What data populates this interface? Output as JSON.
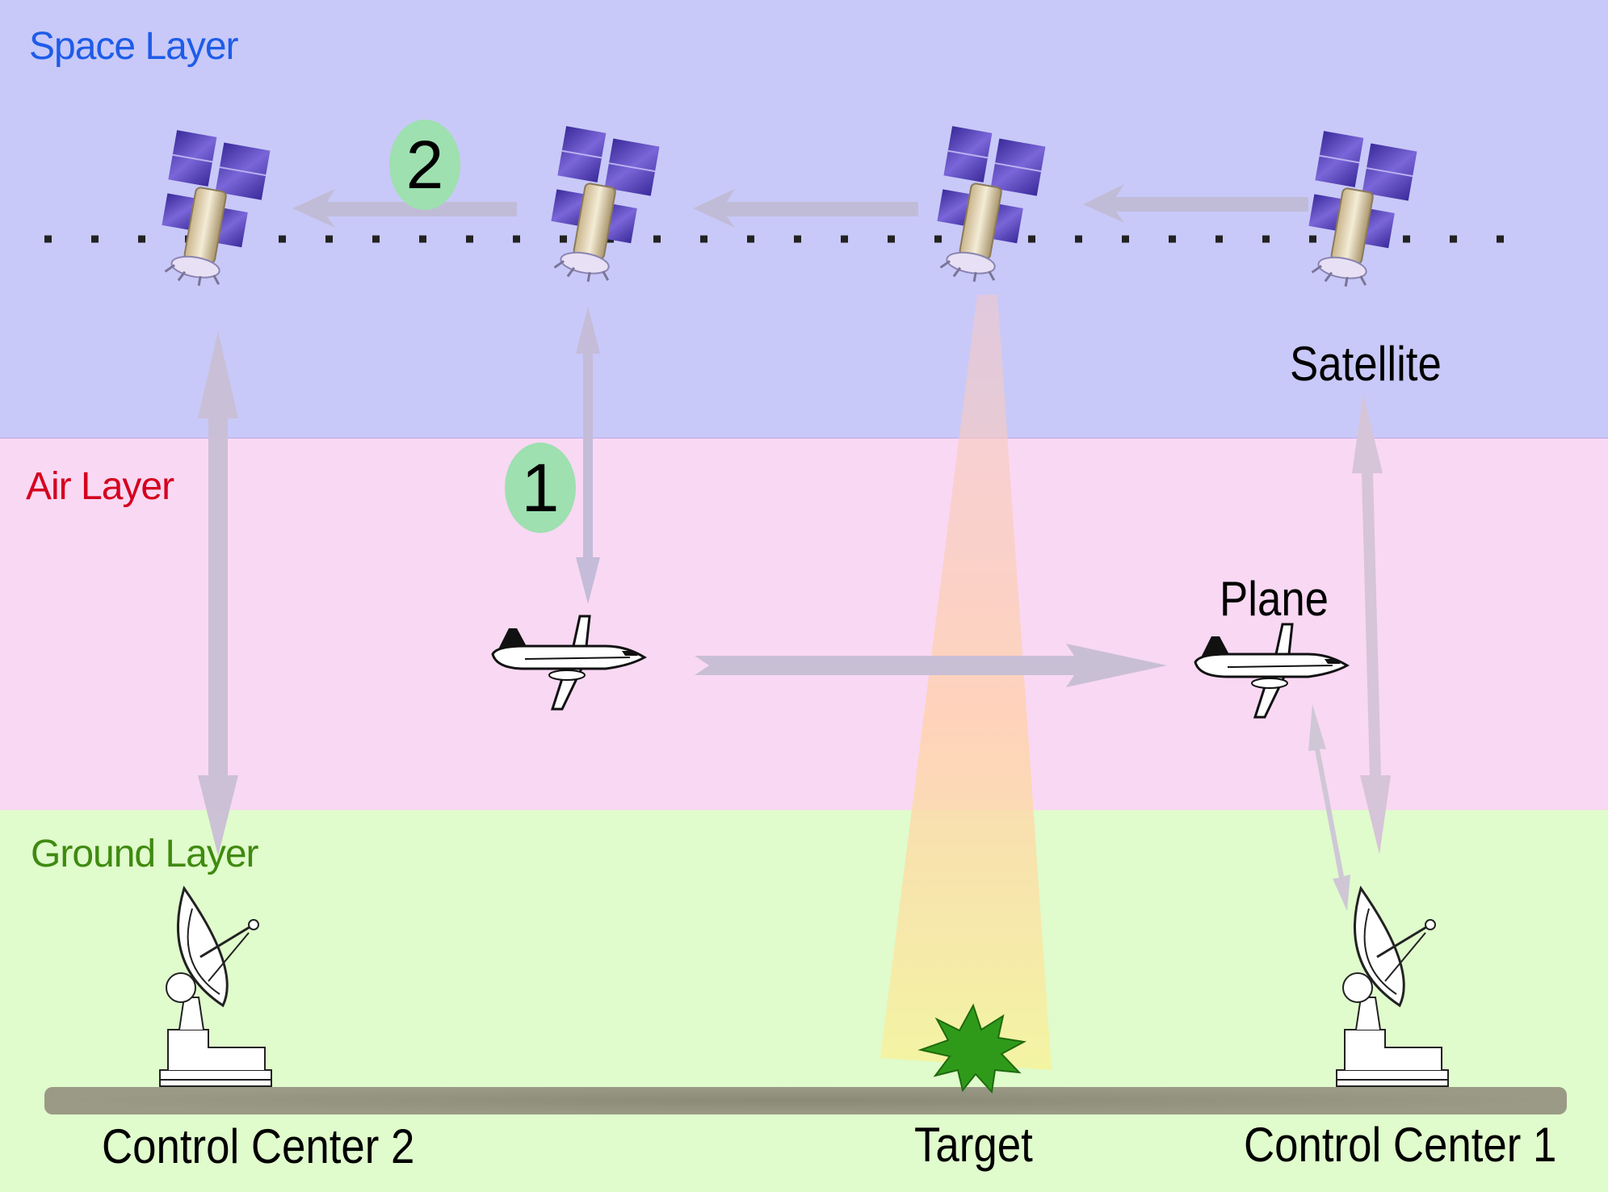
{
  "layers": {
    "space": {
      "label": "Space Layer",
      "color": "#1e5ce8"
    },
    "air": {
      "label": "Air Layer",
      "color": "#d4001f"
    },
    "ground": {
      "label": "Ground Layer",
      "color": "#3f8a10"
    }
  },
  "nodes": {
    "satellite": "Satellite",
    "plane": "Plane",
    "control_center_2": "Control Center 2",
    "target": "Target",
    "control_center_1": "Control Center 1"
  },
  "steps": {
    "step1": "1",
    "step2": "2"
  }
}
